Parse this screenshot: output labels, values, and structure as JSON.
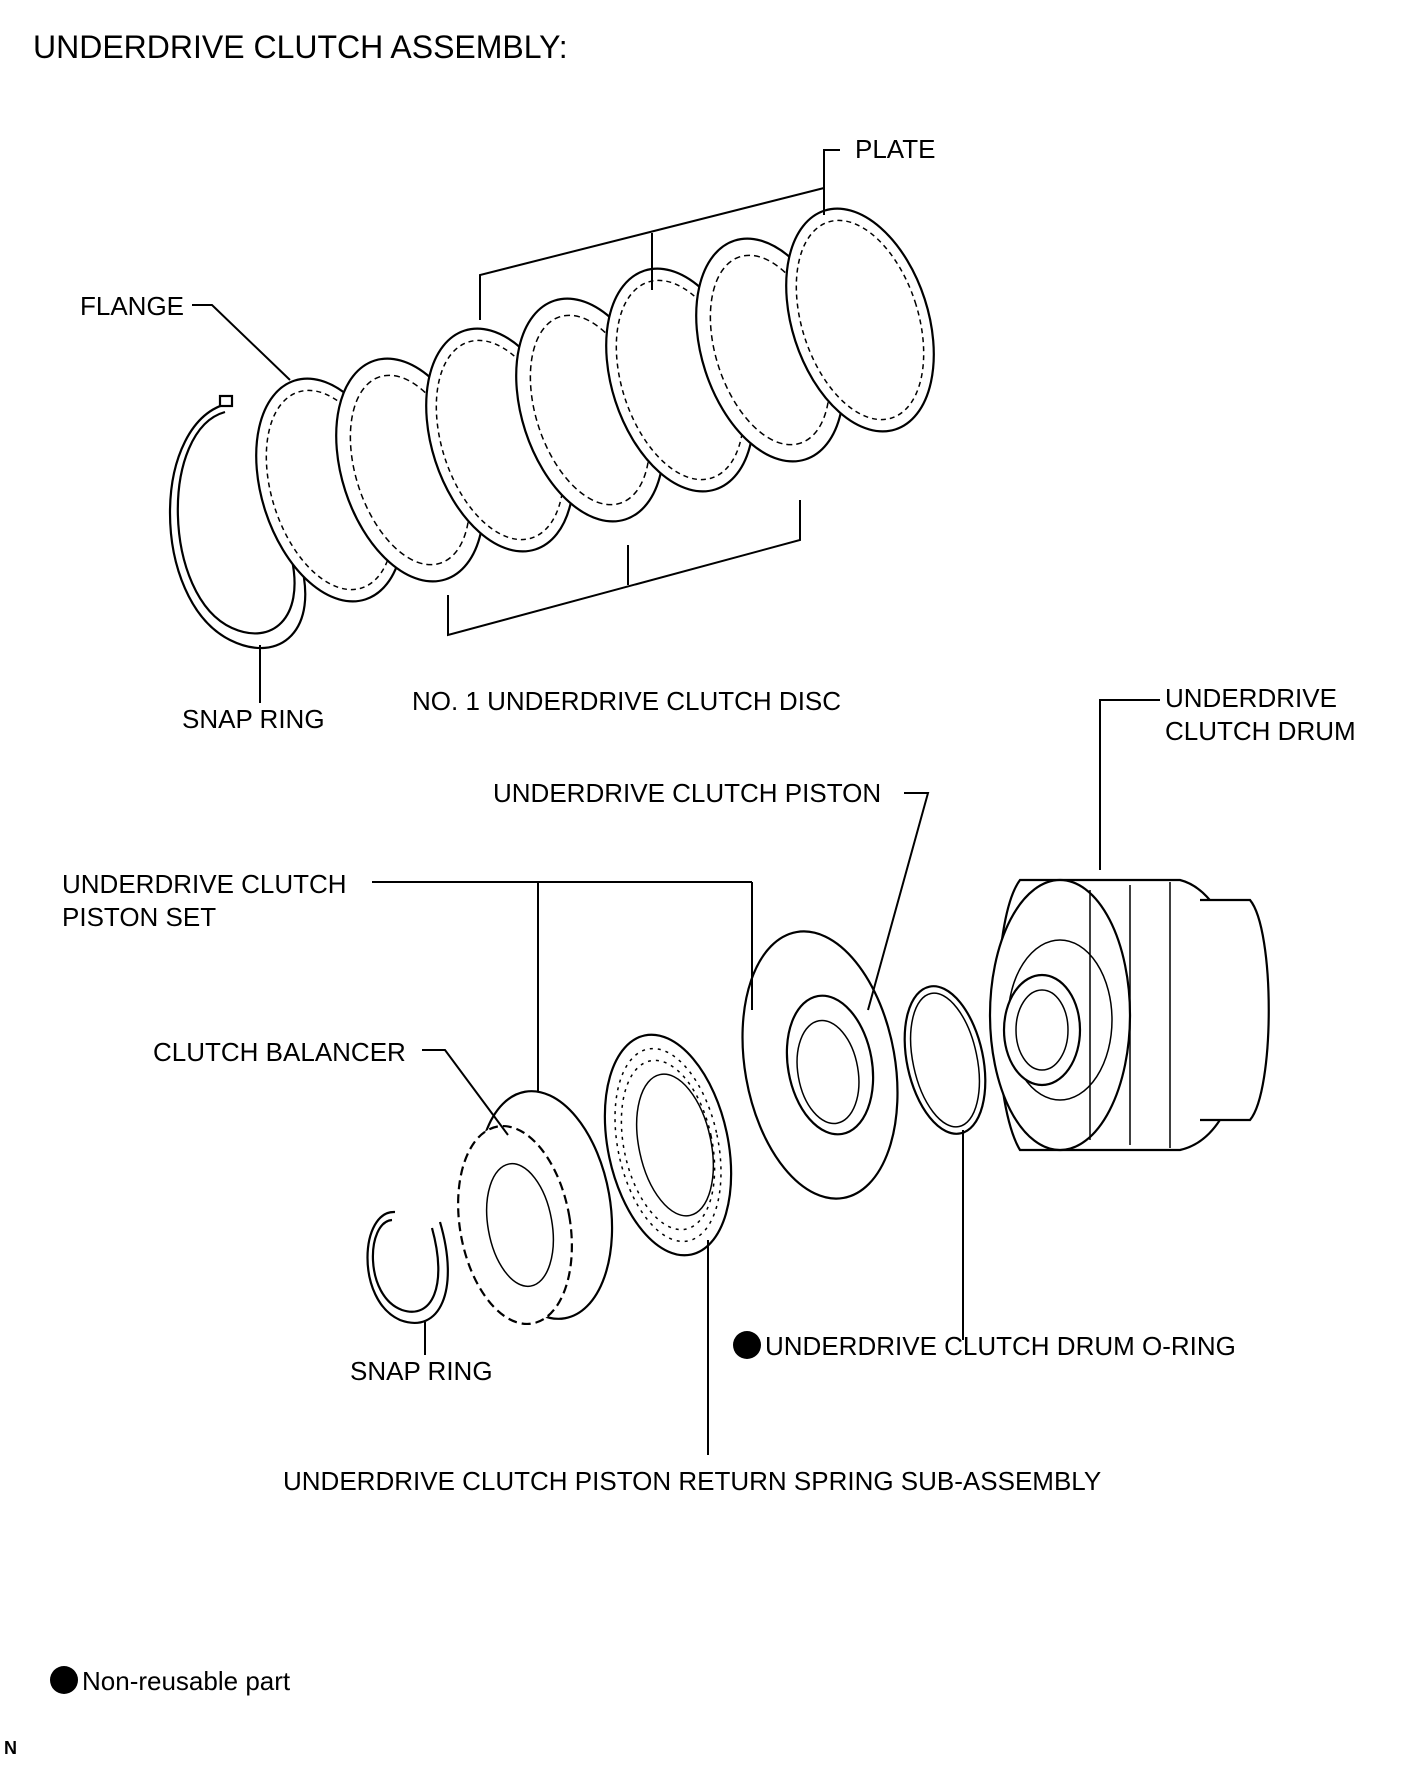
{
  "title": "UNDERDRIVE CLUTCH ASSEMBLY:",
  "labels": {
    "plate": "PLATE",
    "flange": "FLANGE",
    "snap_ring_upper": "SNAP RING",
    "no1_disc": "NO. 1 UNDERDRIVE CLUTCH DISC",
    "drum_line1": "UNDERDRIVE",
    "drum_line2": "CLUTCH DRUM",
    "piston": "UNDERDRIVE CLUTCH PISTON",
    "piston_set_line1": "UNDERDRIVE CLUTCH",
    "piston_set_line2": "PISTON SET",
    "balancer": "CLUTCH BALANCER",
    "snap_ring_lower": "SNAP RING",
    "o_ring": "UNDERDRIVE CLUTCH DRUM O-RING",
    "return_spring": "UNDERDRIVE CLUTCH PISTON RETURN SPRING SUB-ASSEMBLY"
  },
  "legend": {
    "symbol": "filled-circle",
    "text": "Non-reusable part"
  },
  "figure_code": "N"
}
